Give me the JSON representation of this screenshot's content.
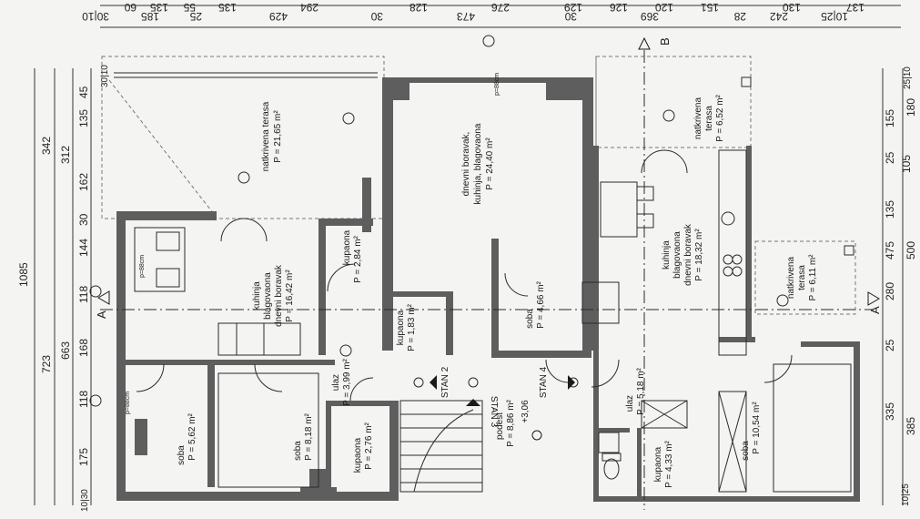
{
  "colors": {
    "wall": "#5e5e5e",
    "line": "#2a2a2a",
    "paper": "#f4f4f2",
    "dash": "#777777"
  },
  "rooms": [
    {
      "id": "terasa-top",
      "name": "natkrivena terasa",
      "area": "P = 21,65 m²"
    },
    {
      "id": "dnevni-top",
      "name": "dnevni boravak, kuhinja, blagovaona",
      "area": "P = 24,40 m²"
    },
    {
      "id": "terasa-right",
      "name": "natkrivena terasa",
      "area": "P = 6,52 m²"
    },
    {
      "id": "kupaona-a",
      "name": "kupaona",
      "area": "P = 2,84 m²"
    },
    {
      "id": "kuhinja-left",
      "name": "kuhinja blagovaona dnevni boravak",
      "area": "P = 16,42 m²"
    },
    {
      "id": "kuhinja-right",
      "name": "kuhinja blagovaona dnevni boravak",
      "area": "P = 18,32 m²"
    },
    {
      "id": "terasa-r2",
      "name": "natkrivena terasa",
      "area": "P = 6,11 m²"
    },
    {
      "id": "soba-466",
      "name": "soba",
      "area": "P = 4,66 m²"
    },
    {
      "id": "kupaona-b",
      "name": "kupaona",
      "area": "P = 1,83 m²"
    },
    {
      "id": "ulaz-left",
      "name": "ulaz",
      "area": "P = 3,99 m²"
    },
    {
      "id": "soba-562",
      "name": "soba",
      "area": "P = 5,62 m²"
    },
    {
      "id": "soba-818",
      "name": "soba",
      "area": "P = 8,18 m²"
    },
    {
      "id": "kupaona-c",
      "name": "kupaona",
      "area": "P = 2,76 m²"
    },
    {
      "id": "podest",
      "name": "podest",
      "area": "P = 8,86 m²"
    },
    {
      "id": "ulaz-right",
      "name": "ulaz",
      "area": "P = 5,18 m²"
    },
    {
      "id": "kupaona-d",
      "name": "kupaona",
      "area": "P = 4,33 m²"
    },
    {
      "id": "soba-1054",
      "name": "soba",
      "area": "P = 10,54 m²"
    }
  ],
  "labels": {
    "stan2": "STAN 2",
    "stan4": "STAN 4",
    "stan3": "STAN 3",
    "level": "+3,06",
    "section_a": "A",
    "section_b": "B"
  },
  "dims_top_upper": [
    "60",
    "135",
    "55",
    "135",
    "294",
    "128",
    "276",
    "129",
    "126",
    "120",
    "151",
    "130",
    "137"
  ],
  "dims_top_lower": [
    "30|10",
    "185",
    "25",
    "429",
    "30",
    "473",
    "30",
    "369",
    "28",
    "242",
    "10|25"
  ],
  "dims_left_outer": [
    "1085"
  ],
  "dims_left_mid": [
    "342",
    "723"
  ],
  "dims_left_inner": [
    "45",
    "135",
    "162",
    "30",
    "144",
    "118",
    "168",
    "118",
    "175",
    "10|30"
  ],
  "dims_left_inner2": [
    "312",
    "663"
  ],
  "dims_left_top": [
    "30|10"
  ],
  "dims_right_outer": [
    "25|10",
    "180",
    "105",
    "500",
    "385",
    "10|25"
  ],
  "dims_right_inner": [
    "155",
    "25",
    "135",
    "475",
    "280",
    "25",
    "335"
  ],
  "annotations": [
    "p=88cm",
    "p=88cm",
    "p=88cm"
  ]
}
